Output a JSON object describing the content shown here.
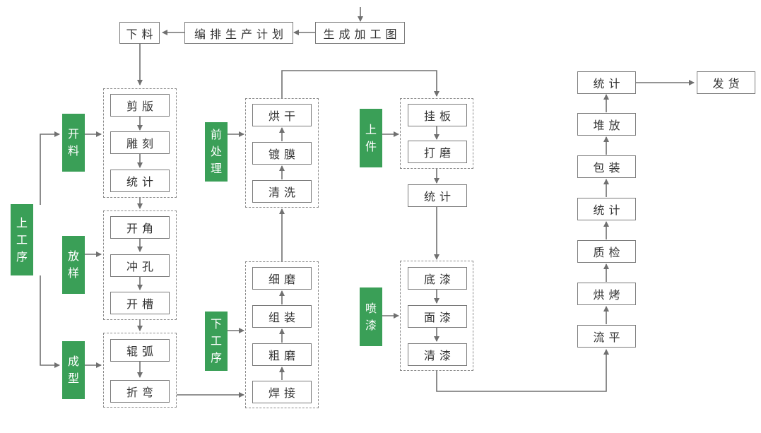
{
  "nodes": {
    "xialiao": "下料",
    "bianpai": "编排生产计划",
    "shengcheng": "生成加工图",
    "jianban": "剪版",
    "diaoke": "雕刻",
    "tongji1": "统计",
    "kaijiao": "开角",
    "chongkong": "冲孔",
    "kaicao": "开槽",
    "gunhu": "辊弧",
    "zhewan": "折弯",
    "honggan": "烘干",
    "dumo": "镀膜",
    "qingxi": "清洗",
    "xemo": "细磨",
    "zuzhuang": "组装",
    "cumo": "粗磨",
    "hanjie": "焊接",
    "guaban": "挂板",
    "damo": "打磨",
    "tongji2": "统计",
    "diqi": "底漆",
    "mianqi": "面漆",
    "qingqi": "清漆",
    "tongji3": "统计",
    "fahuo": "发货",
    "duifang": "堆放",
    "baozhuang": "包装",
    "tongji4": "统计",
    "zhijian": "质检",
    "honkao": "烘烤",
    "liuping": "流平"
  },
  "tags": {
    "shanggongxu": [
      "上",
      "工",
      "序"
    ],
    "kailiao": [
      "开",
      "料"
    ],
    "fangyang": [
      "放",
      "样"
    ],
    "chengxing": [
      "成",
      "型"
    ],
    "qianchuli": [
      "前",
      "处",
      "理"
    ],
    "xiagongxu": [
      "下",
      "工",
      "序"
    ],
    "shangjian": [
      "上",
      "件"
    ],
    "penqi": [
      "喷",
      "漆"
    ]
  },
  "colors": {
    "tag_green": "#3a9f57",
    "line": "#707070",
    "border": "#7a7a7a"
  }
}
